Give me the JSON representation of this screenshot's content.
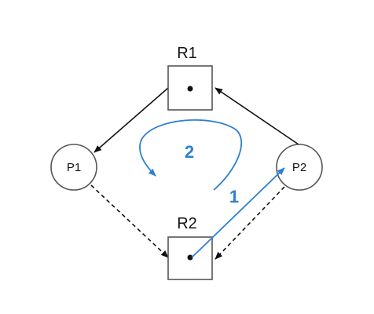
{
  "resources": [
    {
      "label": "R1"
    },
    {
      "label": "R2"
    }
  ],
  "processes": [
    {
      "label": "P1"
    },
    {
      "label": "P2"
    }
  ],
  "steps": [
    {
      "label": "1"
    },
    {
      "label": "2"
    }
  ],
  "colors": {
    "ink": "#111111",
    "node_stroke": "#555555",
    "accent": "#2f7fd1"
  }
}
